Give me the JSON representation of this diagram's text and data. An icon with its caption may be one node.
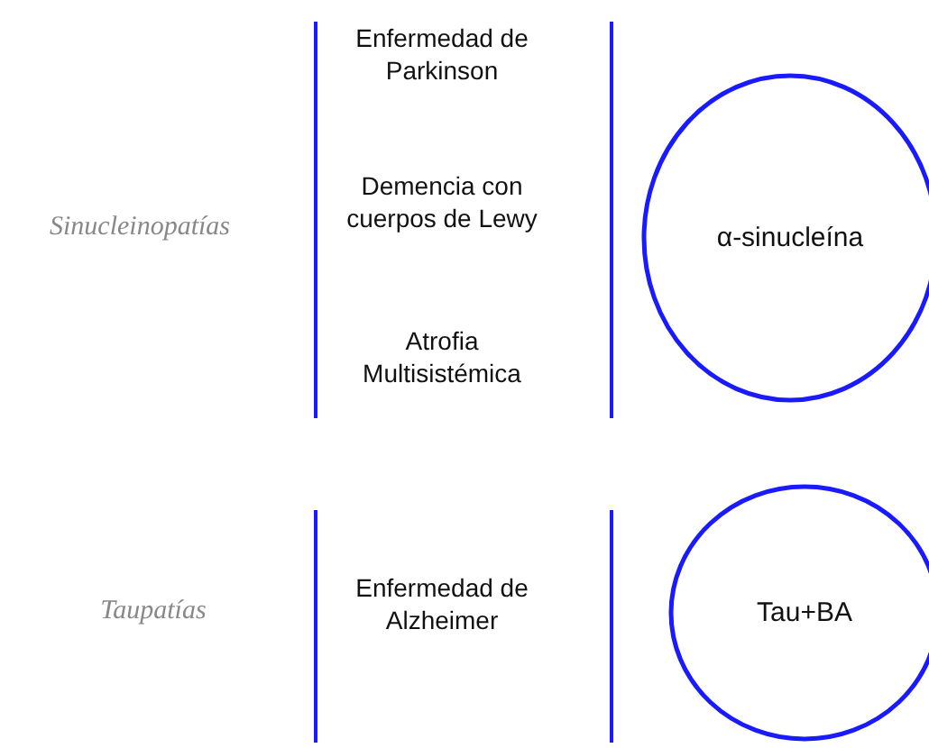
{
  "diagram": {
    "nodes": [
      {
        "text": [
          "α-sinucleína"
        ]
      },
      {
        "text": [
          "Tau+BA"
        ]
      }
    ],
    "labels": [
      "Sinucleinopatías",
      "Enfermedad de Parkinson",
      "Demencia con cuerpos de Lewy",
      "Atrofia Multisistémica",
      "Taupatías",
      "Enfermedad de Alzheimer"
    ]
  }
}
